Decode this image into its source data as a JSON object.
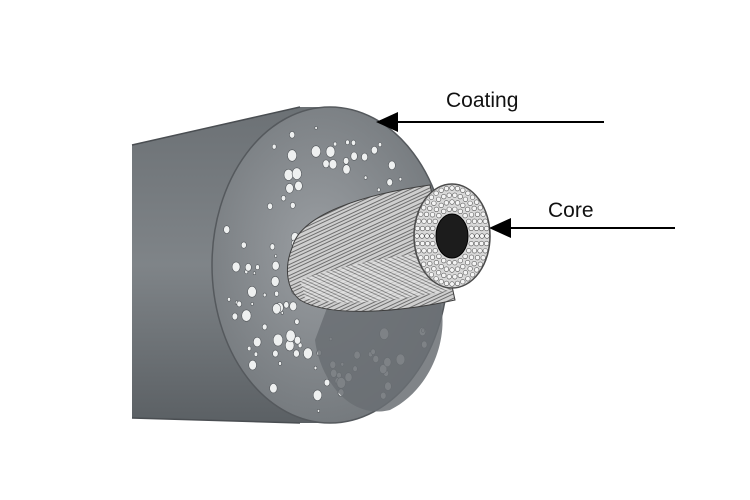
{
  "labels": {
    "coating": "Coating",
    "core": "Core"
  },
  "parts": [
    {
      "id": "coating",
      "icon": "coating-layer"
    },
    {
      "id": "core",
      "icon": "braided-core"
    }
  ],
  "colors": {
    "jacket_dark": "#5f6468",
    "jacket_mid": "#7d8286",
    "face_gray": "#8c9094",
    "bubble_white": "#eef0f0",
    "core_light": "#d9d9d9",
    "core_hole": "#1c1c1c",
    "arrow": "#000000"
  }
}
